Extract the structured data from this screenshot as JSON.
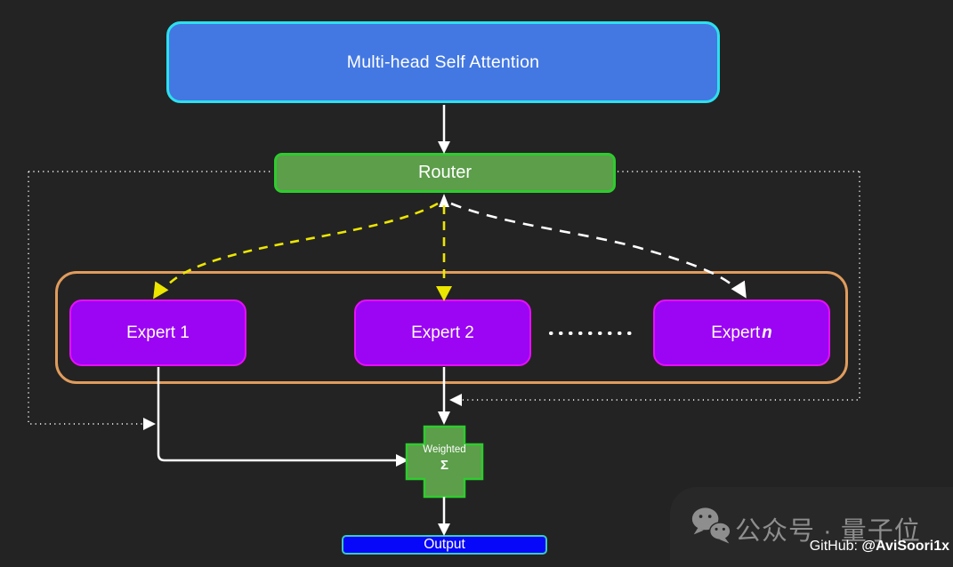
{
  "nodes": {
    "attention": "Multi-head Self Attention",
    "router": "Router",
    "expert1": "Expert 1",
    "expert2": "Expert 2",
    "expertn_prefix": "Expert",
    "expertn_var": "n",
    "weighted_line1": "Weighted",
    "weighted_line2": "Σ",
    "output": "Output"
  },
  "watermark": {
    "wechat_label": "公众号 · 量子位",
    "github_prefix": "GitHub: ",
    "github_handle": "@AviSoori1x"
  },
  "colors": {
    "background": "#232323",
    "attention_fill": "#4378e2",
    "attention_border": "#2ce0ee",
    "router_fill": "#5c9e4a",
    "router_border": "#2ecc2e",
    "expert_fill": "#9b05f3",
    "expert_border": "#e90efa",
    "experts_container_border": "#e09c5c",
    "weighted_sum_fill": "#5c9e4a",
    "weighted_sum_border": "#2ecc2e",
    "output_fill": "#0707fa",
    "output_border": "#3cc8c0",
    "arrow_white": "#ffffff",
    "arrow_yellow": "#ece600",
    "watermark_gray": "#8e8e8e"
  }
}
